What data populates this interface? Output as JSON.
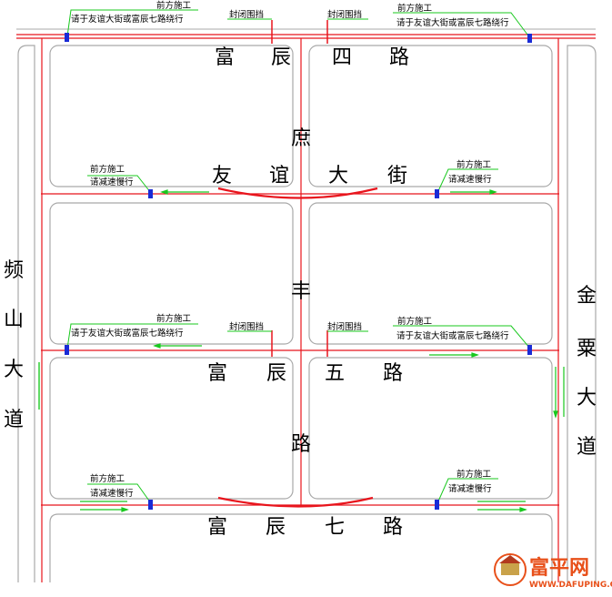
{
  "roads": {
    "fuchen_4": [
      "富",
      "辰",
      "四",
      "路"
    ],
    "youyi": [
      "友",
      "谊",
      "大",
      "街"
    ],
    "fuchen_5": [
      "富",
      "辰",
      "五",
      "路"
    ],
    "fuchen_7": [
      "富",
      "辰",
      "七",
      "路"
    ],
    "shufeng": [
      "庶",
      "丰",
      "路"
    ],
    "pinshan": [
      "频",
      "山",
      "大",
      "道"
    ],
    "jinsu": [
      "金",
      "粟",
      "大",
      "道"
    ]
  },
  "signs": {
    "ahead_construction": "前方施工",
    "detour": "请于友谊大街或富辰七路绕行",
    "slow_down": "请减速慢行",
    "closed_barrier": "封闭围挡"
  },
  "watermark": {
    "brand": "富平网",
    "url": "WWW.DAFUPING.CN"
  },
  "colors": {
    "road_line": "#e8141c",
    "block_outline": "#a9a9a9",
    "leader": "#19c81e",
    "sign_post": "#1a2bd6",
    "arrow": "#19c81e",
    "brand": "#e8501a"
  }
}
